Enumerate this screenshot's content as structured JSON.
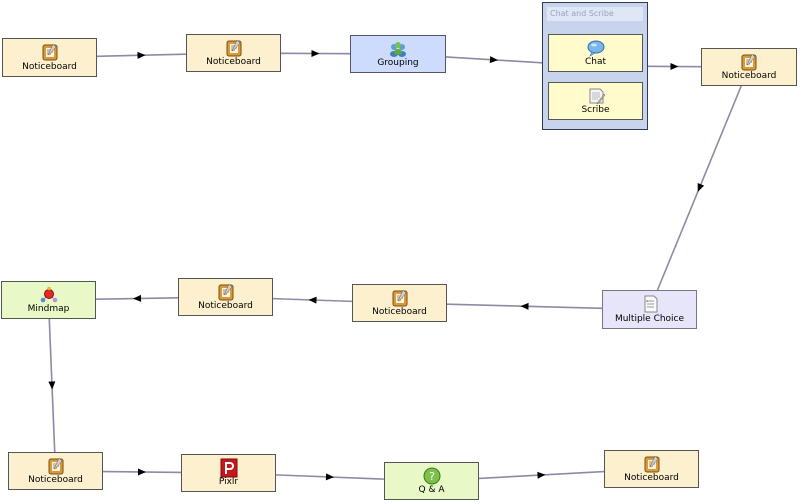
{
  "nodes": [
    {
      "id": "nb1",
      "label": "Noticeboard",
      "icon": "noticeboard-icon"
    },
    {
      "id": "nb2",
      "label": "Noticeboard",
      "icon": "noticeboard-icon"
    },
    {
      "id": "grouping",
      "label": "Grouping",
      "icon": "grouping-icon"
    },
    {
      "id": "nb3",
      "label": "Noticeboard",
      "icon": "noticeboard-icon"
    },
    {
      "id": "mc",
      "label": "Multiple Choice",
      "icon": "multiple-choice-icon"
    },
    {
      "id": "nb4",
      "label": "Noticeboard",
      "icon": "noticeboard-icon"
    },
    {
      "id": "nb5",
      "label": "Noticeboard",
      "icon": "noticeboard-icon"
    },
    {
      "id": "mindmap",
      "label": "Mindmap",
      "icon": "mindmap-icon"
    },
    {
      "id": "nb6",
      "label": "Noticeboard",
      "icon": "noticeboard-icon"
    },
    {
      "id": "pixlr",
      "label": "Pixlr",
      "icon": "pixlr-icon"
    },
    {
      "id": "qa",
      "label": "Q & A",
      "icon": "qa-icon"
    },
    {
      "id": "nb7",
      "label": "Noticeboard",
      "icon": "noticeboard-icon"
    }
  ],
  "optional_group": {
    "title": "Chat and Scribe",
    "items": [
      {
        "id": "chat",
        "label": "Chat",
        "icon": "chat-icon"
      },
      {
        "id": "scribe",
        "label": "Scribe",
        "icon": "scribe-icon"
      }
    ]
  },
  "edges": [
    [
      "nb1",
      "nb2"
    ],
    [
      "nb2",
      "grouping"
    ],
    [
      "grouping",
      "group"
    ],
    [
      "group",
      "nb3"
    ],
    [
      "nb3",
      "mc"
    ],
    [
      "mc",
      "nb4"
    ],
    [
      "nb4",
      "nb5"
    ],
    [
      "nb5",
      "mindmap"
    ],
    [
      "mindmap",
      "nb6"
    ],
    [
      "nb6",
      "pixlr"
    ],
    [
      "pixlr",
      "qa"
    ],
    [
      "qa",
      "nb7"
    ]
  ],
  "colors": {
    "noticeboard": "#fdf0cf",
    "grouping": "#cddcfd",
    "tool_green": "#e9f8c7",
    "multiple_choice": "#e6e5fa",
    "optional_group": "#c8d4ec",
    "optional_item": "#fffbcc",
    "edge": "#8e8aa6"
  }
}
